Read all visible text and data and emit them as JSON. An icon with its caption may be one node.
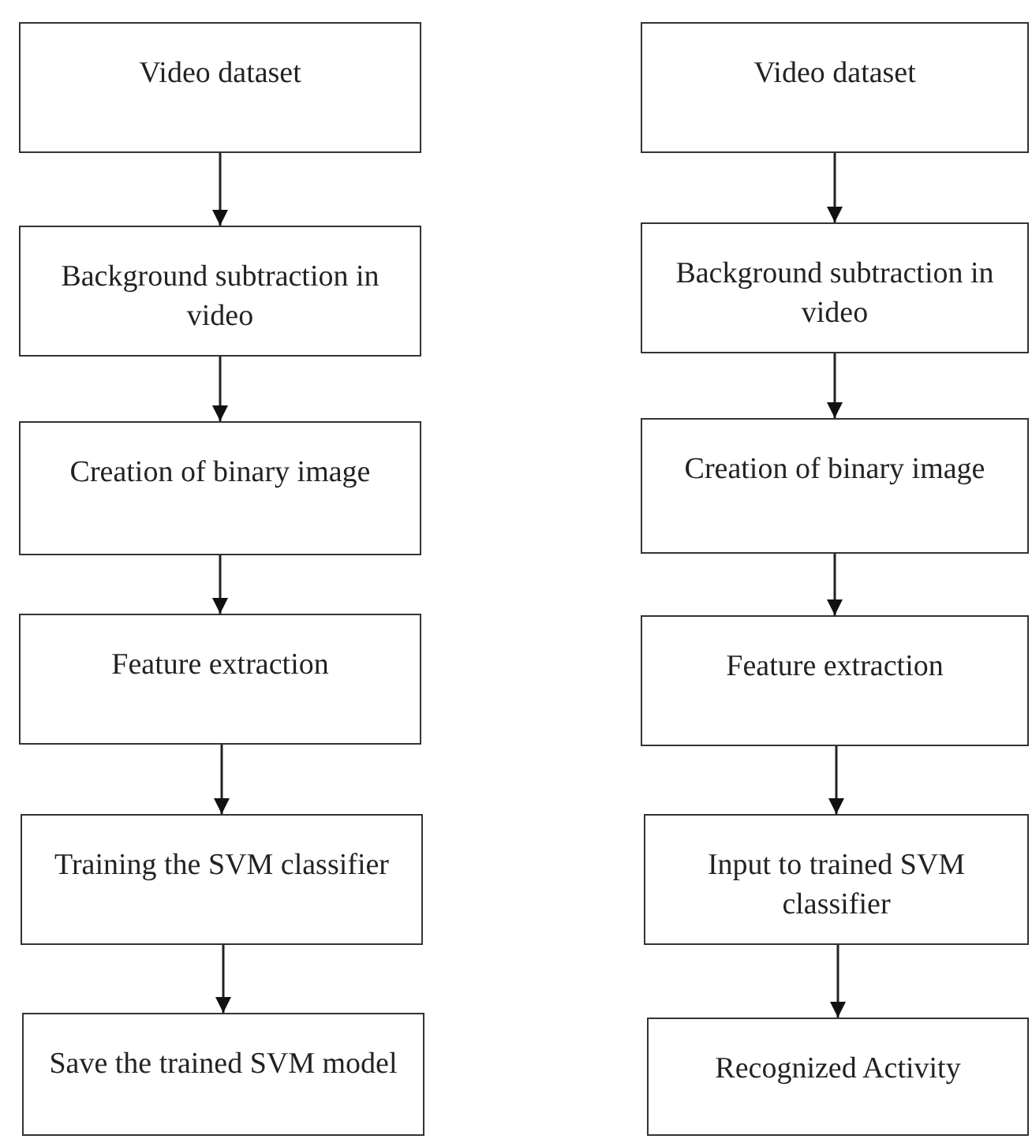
{
  "diagram": {
    "nodes": [
      {
        "text": [
          "Video dataset"
        ]
      },
      {
        "text": [
          "Background subtraction in video"
        ]
      },
      {
        "text": [
          "Creation of binary image"
        ]
      },
      {
        "text": [
          "Feature extraction"
        ]
      },
      {
        "text": [
          "Training the SVM classifier"
        ]
      },
      {
        "text": [
          "Save the trained SVM model"
        ]
      },
      {
        "text": [
          "Video dataset"
        ]
      },
      {
        "text": [
          "Background subtraction in video"
        ]
      },
      {
        "text": [
          "Creation of binary image"
        ]
      },
      {
        "text": [
          "Feature extraction"
        ]
      },
      {
        "text": [
          "Input to trained SVM classifier"
        ]
      },
      {
        "text": [
          "Recognized Activity"
        ]
      }
    ],
    "edges": [
      {
        "from": 0,
        "to": 1,
        "arrow": "to"
      },
      {
        "from": 1,
        "to": 2,
        "arrow": "to"
      },
      {
        "from": 2,
        "to": 3,
        "arrow": "to"
      },
      {
        "from": 3,
        "to": 4,
        "arrow": "to"
      },
      {
        "from": 4,
        "to": 5,
        "arrow": "to"
      },
      {
        "from": 6,
        "to": 7,
        "arrow": "to"
      },
      {
        "from": 7,
        "to": 8,
        "arrow": "to"
      },
      {
        "from": 8,
        "to": 9,
        "arrow": "to"
      },
      {
        "from": 9,
        "to": 10,
        "arrow": "to"
      },
      {
        "from": 10,
        "to": 11,
        "arrow": "to"
      }
    ]
  }
}
